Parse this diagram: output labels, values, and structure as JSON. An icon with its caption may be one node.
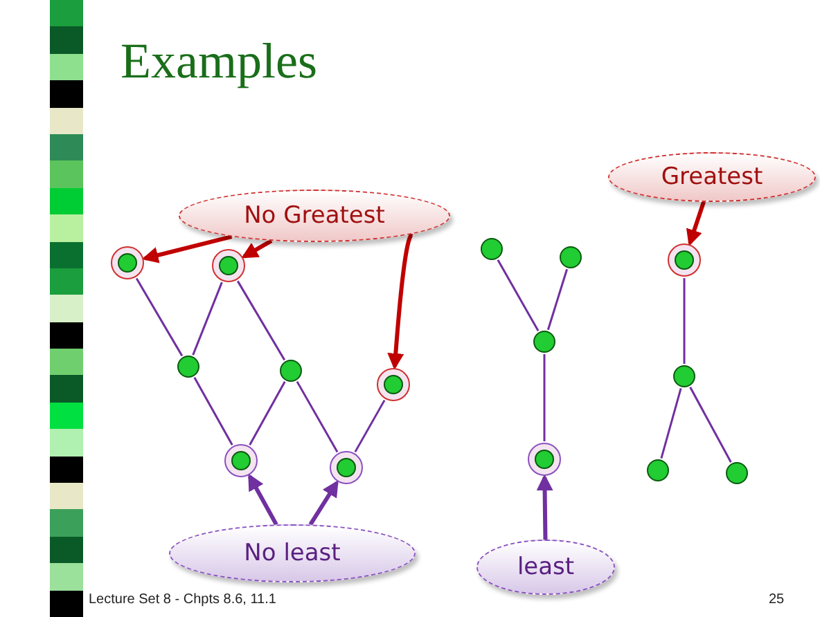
{
  "diagram": {
    "title": "Examples",
    "nodes": [
      {
        "text": [],
        "shape": "circle"
      },
      {
        "text": [],
        "shape": "circle"
      },
      {
        "text": [],
        "shape": "circle"
      },
      {
        "text": [],
        "shape": "circle"
      },
      {
        "text": [],
        "shape": "circle"
      },
      {
        "text": [],
        "shape": "circle"
      },
      {
        "text": [],
        "shape": "circle"
      },
      {
        "text": [],
        "shape": "circle"
      },
      {
        "text": [],
        "shape": "circle"
      },
      {
        "text": [],
        "shape": "circle"
      },
      {
        "text": [],
        "shape": "circle"
      },
      {
        "text": [],
        "shape": "circle"
      },
      {
        "text": [],
        "shape": "circle"
      },
      {
        "text": [],
        "shape": "circle"
      },
      {
        "text": [],
        "shape": "circle"
      },
      {
        "text": [
          "No Greatest"
        ]
      },
      {
        "text": [
          "Greatest"
        ]
      },
      {
        "text": [
          "No least"
        ]
      },
      {
        "text": [
          "least"
        ]
      }
    ],
    "edges": [
      {
        "from": 0,
        "to": 2,
        "arrow": "none"
      },
      {
        "from": 1,
        "to": 2,
        "arrow": "none"
      },
      {
        "from": 1,
        "to": 3,
        "arrow": "none"
      },
      {
        "from": 2,
        "to": 5,
        "arrow": "none"
      },
      {
        "from": 3,
        "to": 5,
        "arrow": "none"
      },
      {
        "from": 3,
        "to": 6,
        "arrow": "none"
      },
      {
        "from": 4,
        "to": 6,
        "arrow": "none"
      },
      {
        "from": 7,
        "to": 9,
        "arrow": "none"
      },
      {
        "from": 8,
        "to": 9,
        "arrow": "none"
      },
      {
        "from": 9,
        "to": 10,
        "arrow": "none"
      },
      {
        "from": 11,
        "to": 12,
        "arrow": "none"
      },
      {
        "from": 12,
        "to": 13,
        "arrow": "none"
      },
      {
        "from": 12,
        "to": 14,
        "arrow": "none"
      },
      {
        "from": 15,
        "to": 0,
        "arrow": "to",
        "style": "thick",
        "color": "#c00000"
      },
      {
        "from": 15,
        "to": 1,
        "arrow": "to",
        "style": "thick",
        "color": "#c00000"
      },
      {
        "from": 15,
        "to": 4,
        "arrow": "to",
        "style": "thick",
        "color": "#c00000"
      },
      {
        "from": 16,
        "to": 11,
        "arrow": "to",
        "style": "thick",
        "color": "#c00000"
      },
      {
        "from": 17,
        "to": 5,
        "arrow": "to",
        "style": "thick"
      },
      {
        "from": 17,
        "to": 6,
        "arrow": "to",
        "style": "thick"
      },
      {
        "from": 18,
        "to": 10,
        "arrow": "to",
        "style": "thick"
      }
    ],
    "labels": [
      "Lecture Set 8 - Chpts 8.6, 11.1",
      "25"
    ]
  }
}
